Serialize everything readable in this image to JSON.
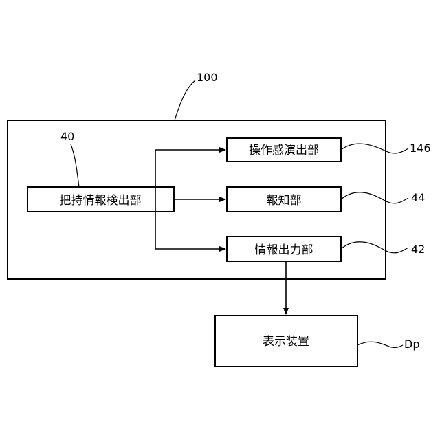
{
  "diagram": {
    "system": {
      "ref": "100"
    },
    "blocks": {
      "grip_detector": {
        "label": "把持情報検出部",
        "ref": "40"
      },
      "operation_feel": {
        "label": "操作感演出部",
        "ref": "146"
      },
      "notification": {
        "label": "報知部",
        "ref": "44"
      },
      "info_output": {
        "label": "情報出力部",
        "ref": "42"
      },
      "display": {
        "label": "表示装置",
        "ref": "Dp"
      }
    }
  }
}
